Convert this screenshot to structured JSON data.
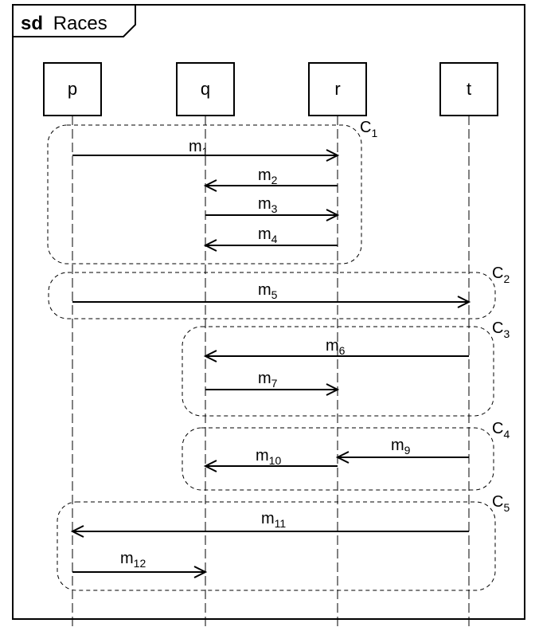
{
  "frame": {
    "keyword": "sd",
    "name": "Races"
  },
  "lifelines": [
    {
      "id": "p",
      "label": "p"
    },
    {
      "id": "q",
      "label": "q"
    },
    {
      "id": "r",
      "label": "r"
    },
    {
      "id": "t",
      "label": "t"
    }
  ],
  "groups": [
    {
      "id": "C1",
      "label": "C",
      "sub": "1"
    },
    {
      "id": "C2",
      "label": "C",
      "sub": "2"
    },
    {
      "id": "C3",
      "label": "C",
      "sub": "3"
    },
    {
      "id": "C4",
      "label": "C",
      "sub": "4"
    },
    {
      "id": "C5",
      "label": "C",
      "sub": "5"
    }
  ],
  "messages": [
    {
      "id": "m1",
      "label": "m",
      "sub": "1",
      "from": "p",
      "to": "r"
    },
    {
      "id": "m2",
      "label": "m",
      "sub": "2",
      "from": "r",
      "to": "q"
    },
    {
      "id": "m3",
      "label": "m",
      "sub": "3",
      "from": "q",
      "to": "r"
    },
    {
      "id": "m4",
      "label": "m",
      "sub": "4",
      "from": "r",
      "to": "q"
    },
    {
      "id": "m5",
      "label": "m",
      "sub": "5",
      "from": "p",
      "to": "t"
    },
    {
      "id": "m6",
      "label": "m",
      "sub": "6",
      "from": "t",
      "to": "q"
    },
    {
      "id": "m7",
      "label": "m",
      "sub": "7",
      "from": "q",
      "to": "r"
    },
    {
      "id": "m9",
      "label": "m",
      "sub": "9",
      "from": "t",
      "to": "r"
    },
    {
      "id": "m10",
      "label": "m",
      "sub": "10",
      "from": "r",
      "to": "q"
    },
    {
      "id": "m11",
      "label": "m",
      "sub": "11",
      "from": "t",
      "to": "p"
    },
    {
      "id": "m12",
      "label": "m",
      "sub": "12",
      "from": "p",
      "to": "q"
    }
  ]
}
